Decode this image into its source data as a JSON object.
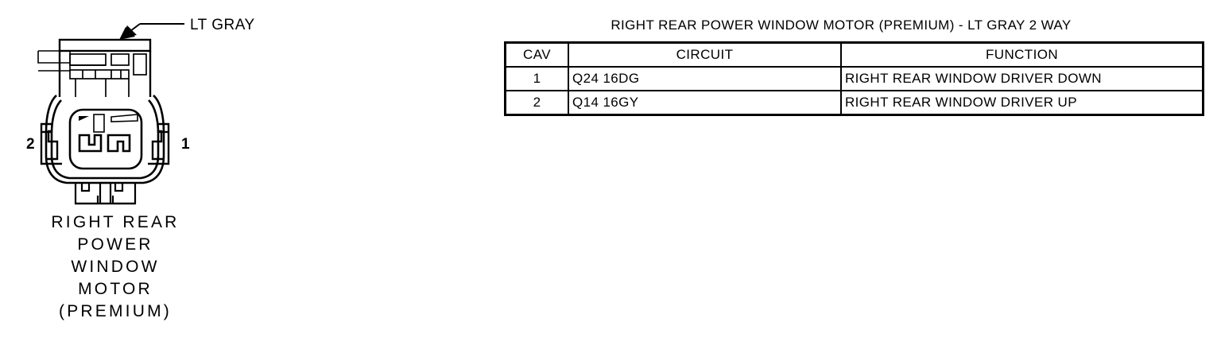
{
  "connector": {
    "callout": "LT GRAY",
    "pin_left": "2",
    "pin_right": "1",
    "caption_lines": [
      "RIGHT REAR",
      "POWER",
      "WINDOW",
      "MOTOR",
      "(PREMIUM)"
    ]
  },
  "table": {
    "title": "RIGHT REAR POWER WINDOW MOTOR (PREMIUM) - LT GRAY 2 WAY",
    "headers": [
      "CAV",
      "CIRCUIT",
      "FUNCTION"
    ],
    "rows": [
      {
        "cav": "1",
        "circuit": "Q24 16DG",
        "function": "RIGHT REAR WINDOW DRIVER DOWN"
      },
      {
        "cav": "2",
        "circuit": "Q14 16GY",
        "function": "RIGHT REAR WINDOW DRIVER UP"
      }
    ]
  },
  "colors": {
    "line": "#000000",
    "background": "#ffffff"
  }
}
